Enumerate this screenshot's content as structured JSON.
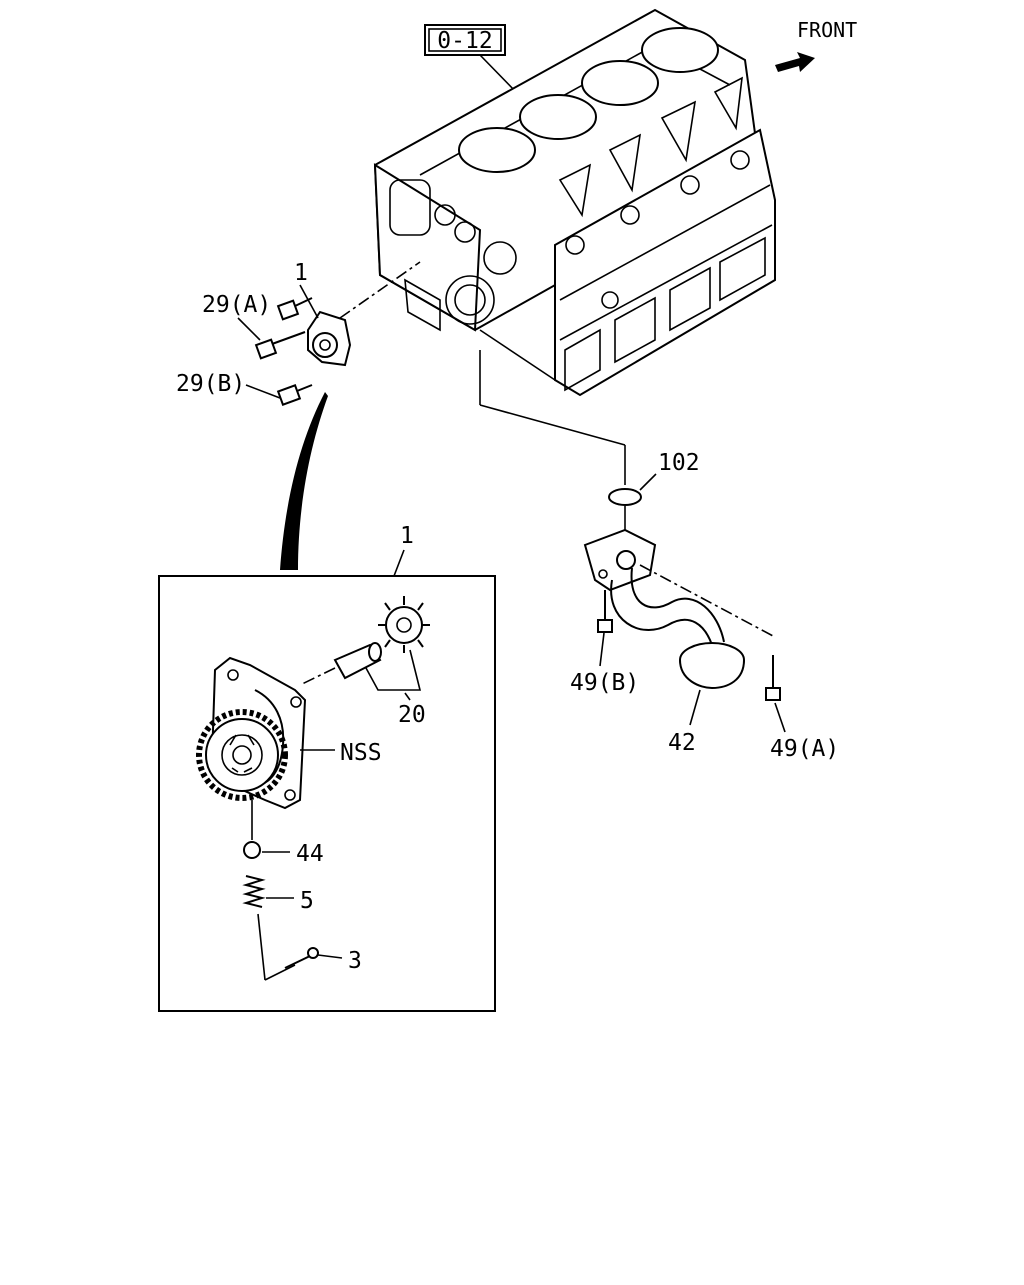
{
  "labels": {
    "ref_block": "0-12",
    "front": "FRONT",
    "part_1_top": "1",
    "part_29a": "29(A)",
    "part_29b": "29(B)",
    "part_102": "102",
    "part_49b": "49(B)",
    "part_42": "42",
    "part_49a": "49(A)",
    "part_1_box": "1",
    "part_20": "20",
    "part_nss": "NSS",
    "part_44": "44",
    "part_5": "5",
    "part_3": "3"
  },
  "icons": {
    "front_arrow": "front-arrow-icon"
  }
}
